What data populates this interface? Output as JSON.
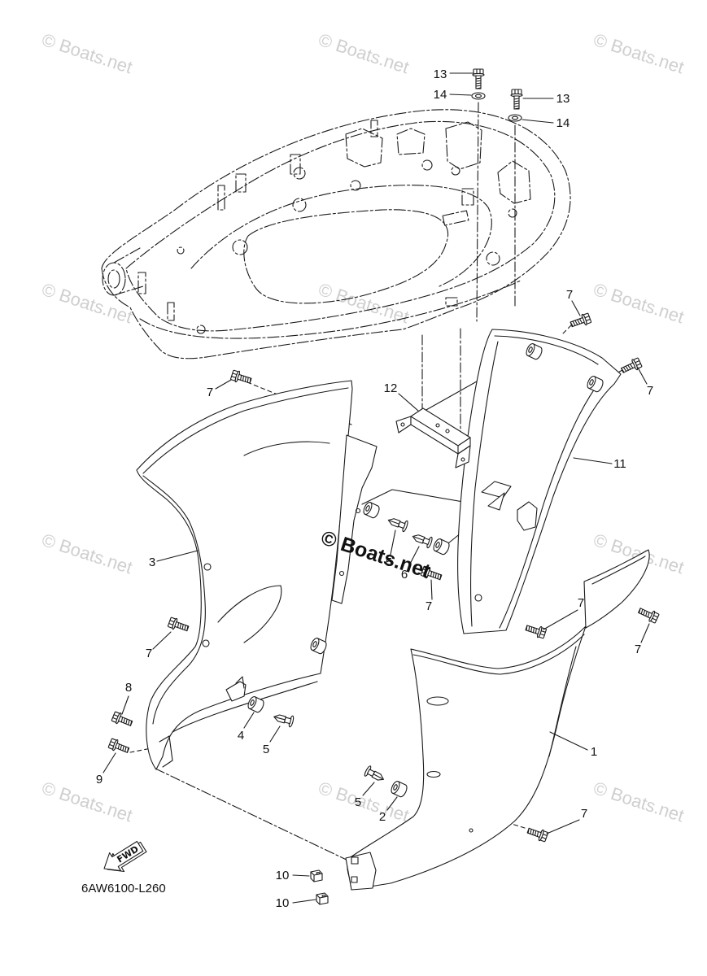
{
  "diagram": {
    "watermark": "© Boats.net",
    "overlay_watermark": "© Boats.net",
    "code": "6AW6100-L260",
    "fwd_label": "FWD"
  },
  "callouts": [
    "13",
    "14",
    "13",
    "14",
    "7",
    "7",
    "7",
    "12",
    "11",
    "3",
    "7",
    "7",
    "7",
    "7",
    "8",
    "4",
    "5",
    "9",
    "1",
    "5",
    "2",
    "7",
    "10",
    "10",
    "5",
    "6"
  ],
  "colors": {
    "line": "#1a1a1a",
    "background": "#ffffff",
    "watermark": "#cfcfcf",
    "overlay_watermark": "#111111"
  }
}
